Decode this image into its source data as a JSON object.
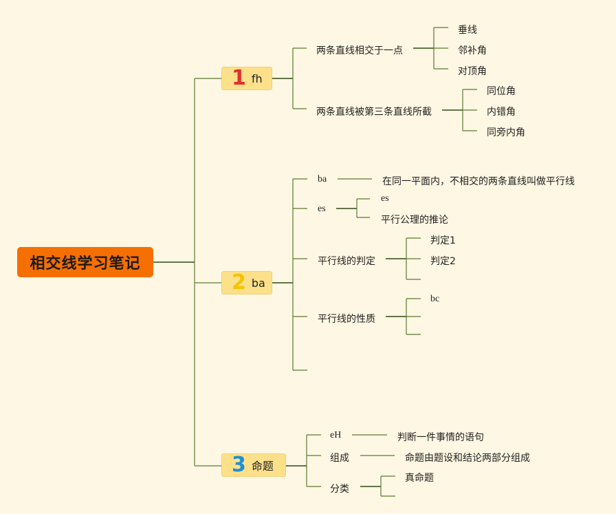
{
  "root": {
    "title": "相交线学习笔记"
  },
  "branches": [
    {
      "number": "1",
      "number_color": "#e03030",
      "label": "fh",
      "children": [
        {
          "label": "两条直线相交于一点",
          "children": [
            "垂线",
            "邻补角",
            "对顶角"
          ]
        },
        {
          "label": "两条直线被第三条直线所截",
          "children": [
            "同位角",
            "内错角",
            "同旁内角"
          ]
        }
      ]
    },
    {
      "number": "2",
      "number_color": "#f5c400",
      "label": "ba",
      "children": [
        {
          "label": "ba",
          "children": [
            "在同一平面内，不相交的两条直线叫做平行线"
          ]
        },
        {
          "label": "es",
          "children": [
            "es",
            "平行公理的推论"
          ]
        },
        {
          "label": "平行线的判定",
          "children": [
            "判定1",
            "判定2",
            ""
          ]
        },
        {
          "label": "平行线的性质",
          "children": [
            "bc",
            "",
            ""
          ]
        },
        {
          "label": "",
          "children": []
        }
      ]
    },
    {
      "number": "3",
      "number_color": "#1f8fd6",
      "label": "命题",
      "children": [
        {
          "label": "eH",
          "children": [
            "判断一件事情的语句"
          ]
        },
        {
          "label": "组成",
          "children": [
            "命题由题设和结论两部分组成"
          ]
        },
        {
          "label": "分类",
          "children": [
            "真命题",
            ""
          ]
        }
      ]
    }
  ],
  "colors": {
    "line": "#5c7a33",
    "line_dark": "#2f4a14",
    "root_bg": "#f56f00",
    "branch_bg": "#fde08a"
  }
}
